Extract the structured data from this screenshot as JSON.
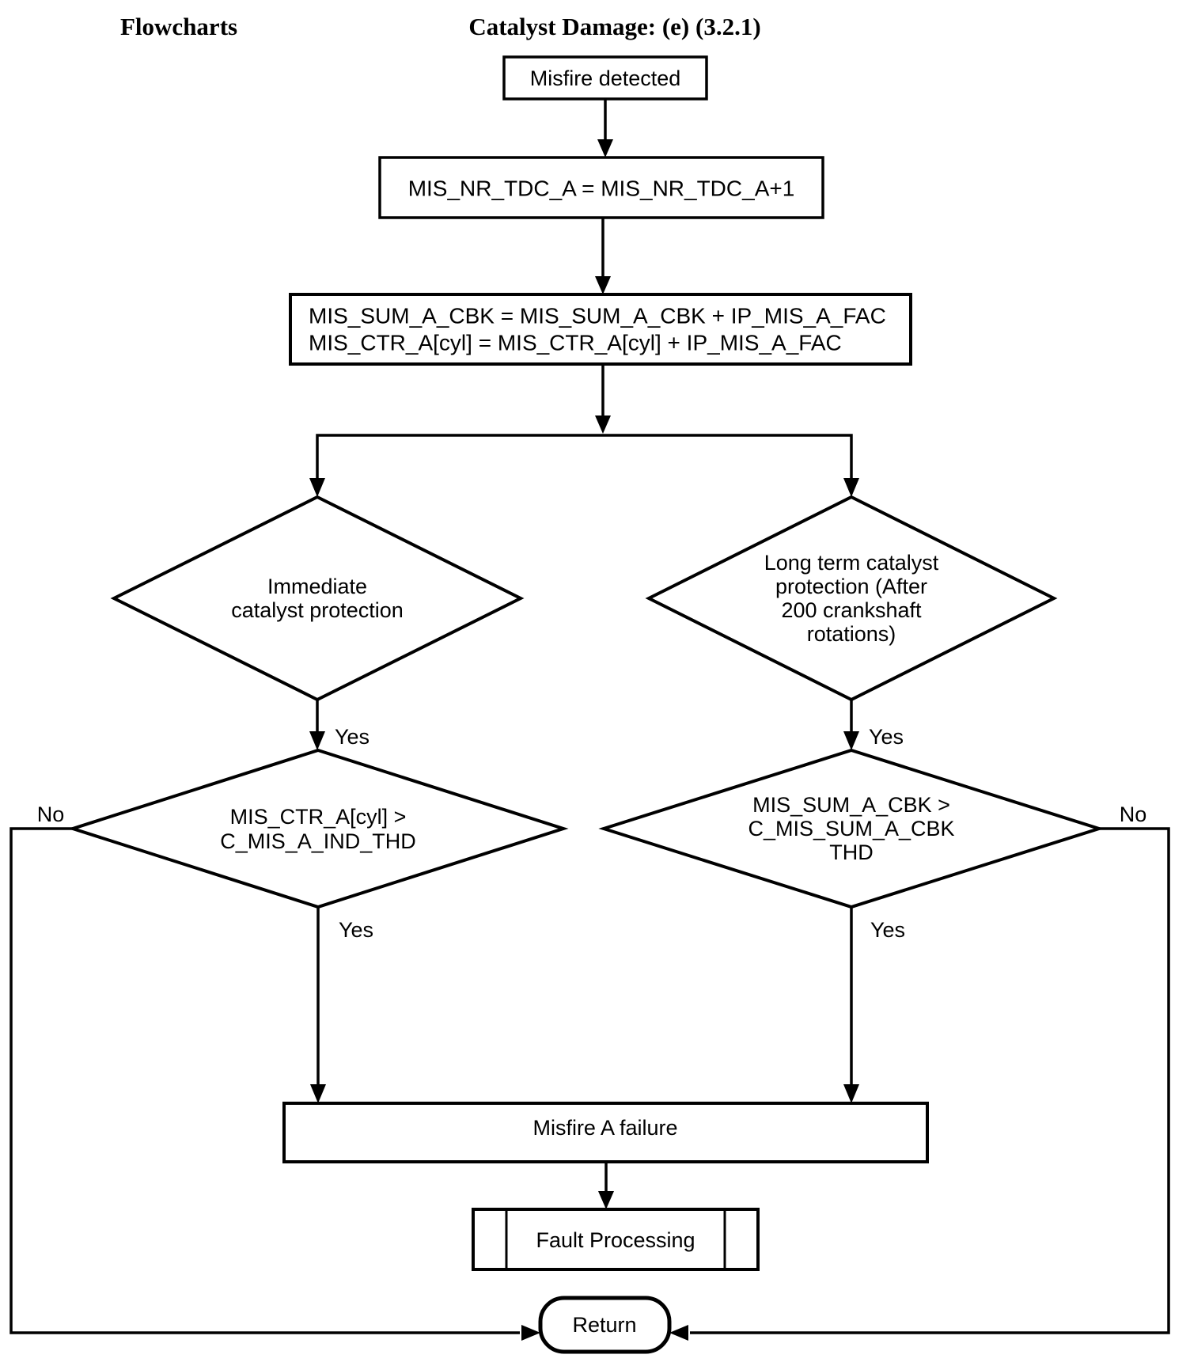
{
  "header": {
    "section": "Flowcharts",
    "title": "Catalyst Damage: (e) (3.2.1)"
  },
  "labels": {
    "yes": "Yes",
    "no": "No"
  },
  "colors": {
    "ink": "#000000",
    "paper": "#ffffff"
  },
  "nodes": {
    "start": {
      "label": "Misfire detected"
    },
    "increment": {
      "label": "MIS_NR_TDC_A = MIS_NR_TDC_A+1"
    },
    "accumulate": {
      "line1": "MIS_SUM_A_CBK = MIS_SUM_A_CBK + IP_MIS_A_FAC",
      "line2": "MIS_CTR_A[cyl] = MIS_CTR_A[cyl] + IP_MIS_A_FAC"
    },
    "immediate_decision": {
      "line1": "Immediate",
      "line2": "catalyst protection"
    },
    "longterm_decision": {
      "line1": "Long term catalyst",
      "line2": "protection (After",
      "line3": "200 crankshaft",
      "line4": "rotations)"
    },
    "immediate_threshold": {
      "line1": "MIS_CTR_A[cyl] >",
      "line2": "C_MIS_A_IND_THD"
    },
    "longterm_threshold": {
      "line1": "MIS_SUM_A_CBK >",
      "line2": "C_MIS_SUM_A_CBK",
      "line3": "THD"
    },
    "failure": {
      "label": "Misfire A failure"
    },
    "fault_processing": {
      "label": "Fault Processing"
    },
    "return": {
      "label": "Return"
    }
  }
}
